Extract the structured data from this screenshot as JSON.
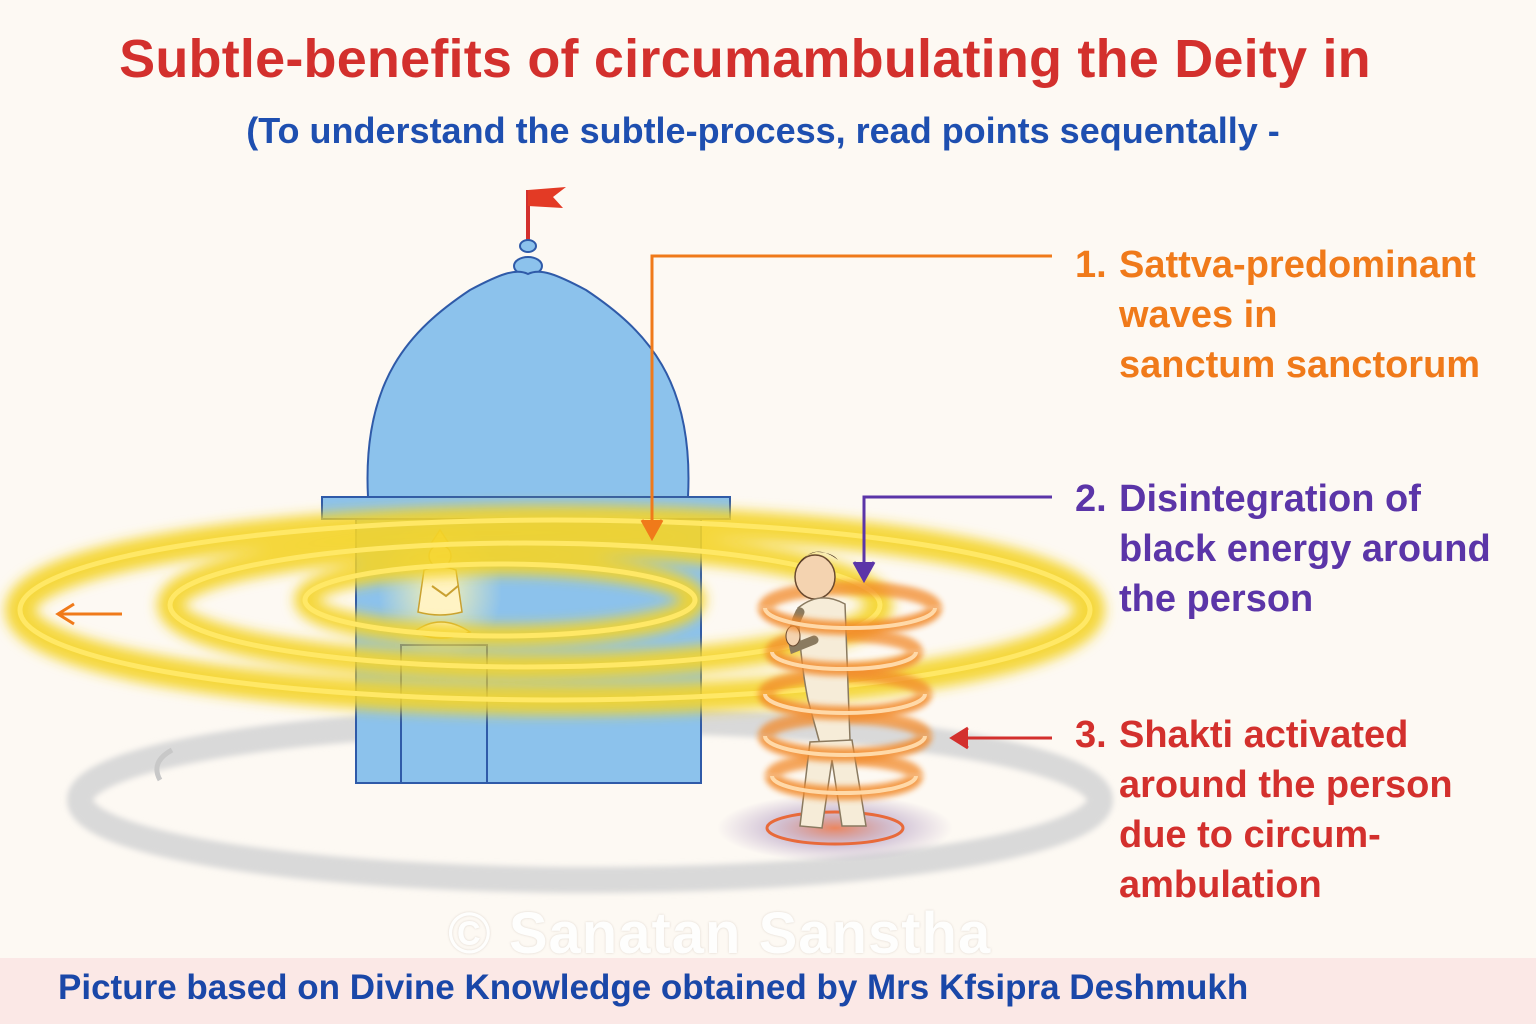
{
  "title": "Subtle-benefits of circumambulating the Deity in",
  "subtitle": "(To understand the subtle-process, read points sequentally -",
  "points": [
    {
      "number": "1.",
      "lines": [
        "Sattva-predominant",
        "waves in",
        "sanctum sanctorum"
      ],
      "color": "#f07a1a"
    },
    {
      "number": "2.",
      "lines": [
        "Disintegration of",
        "black energy around",
        "the person"
      ],
      "color": "#5b35a8"
    },
    {
      "number": "3.",
      "lines": [
        "Shakti activated",
        "around the person",
        "due to circum-",
        "ambulation"
      ],
      "color": "#d3302d"
    }
  ],
  "watermark": "© Sanatan Sanstha",
  "footer": "Picture based on Divine Knowledge obtained by Mrs Kfsipra Deshmukh",
  "colors": {
    "title": "#d3302d",
    "subtitle": "#1e4fb0",
    "temple": "#8cc2ec",
    "spiral": "#f4d42a",
    "aura": "#f28a2a",
    "path": "#d7d7d7"
  }
}
